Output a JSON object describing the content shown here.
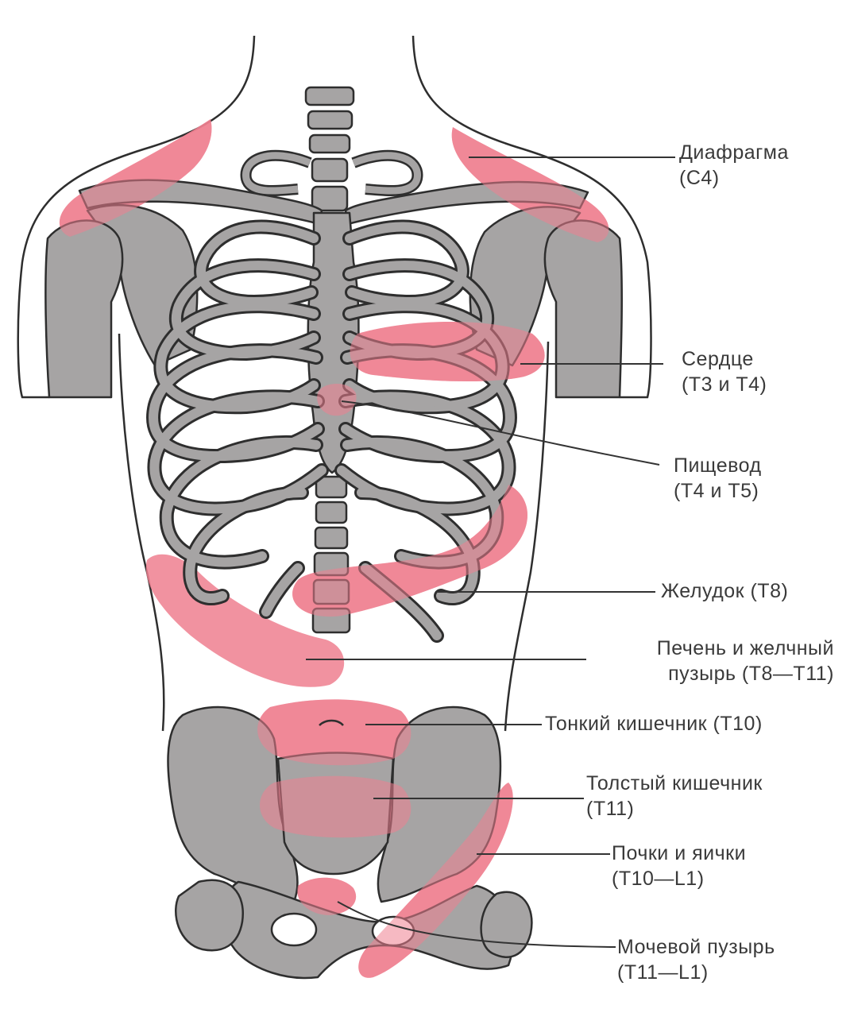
{
  "colors": {
    "background": "#ffffff",
    "bone": "#a6a4a4",
    "bone_outline": "#2e2e2e",
    "referred_pain_zone": "#ef7f8f",
    "leader_line": "#333333",
    "label_text": "#3a3a3a"
  },
  "labels": {
    "diaphragm": {
      "line1": "Диафрагма",
      "line2": "(C4)"
    },
    "heart": {
      "line1": "Сердце",
      "line2": "(T3 и T4)"
    },
    "esophagus": {
      "line1": "Пищевод",
      "line2": "(T4 и T5)"
    },
    "stomach": {
      "line1": "Желудок (T8)"
    },
    "liver": {
      "line1": "Печень и желчный",
      "line2": "пузырь (T8—T11)"
    },
    "small_intestine": {
      "line1": "Тонкий кишечник (T10)"
    },
    "large_intestine": {
      "line1": "Толстый кишечник",
      "line2": "(T11)"
    },
    "kidneys": {
      "line1": "Почки и яички",
      "line2": "(T10—L1)"
    },
    "bladder": {
      "line1": "Мочевой пузырь",
      "line2": "(T11—L1)"
    }
  }
}
